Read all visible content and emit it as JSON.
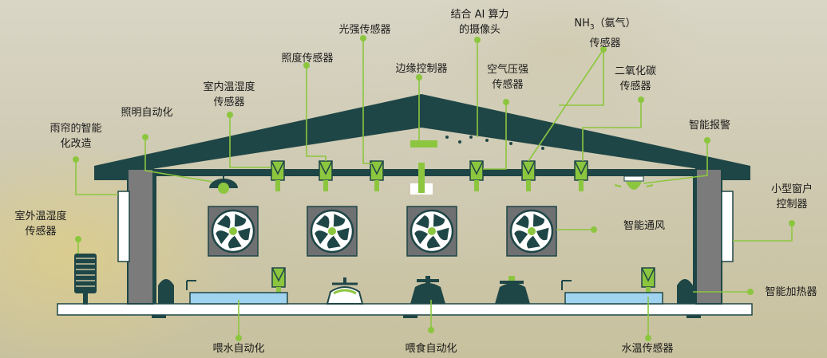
{
  "labels": {
    "guangqiang": "光强传感器",
    "ai_camera_1": "结合 AI 算力",
    "ai_camera_2": "的摄像头",
    "nh3_prefix": "NH",
    "nh3_sub": "3",
    "nh3_suffix": "（氨气）",
    "nh3_line2": "传感器",
    "zhaodu": "照度传感器",
    "bianyuan": "边缘控制器",
    "kongqi_1": "空气压强",
    "kongqi_2": "传感器",
    "co2_1": "二氧化碳",
    "co2_2": "传感器",
    "indoor_1": "室内温湿度",
    "indoor_2": "传感器",
    "zhaoming": "照明自动化",
    "curtain_1": "雨帘的智能",
    "curtain_2": "化改造",
    "alarm": "智能报警",
    "window_1": "小型窗户",
    "window_2": "控制器",
    "outdoor_1": "室外温湿度",
    "outdoor_2": "传感器",
    "ventilation": "智能通风",
    "heater": "智能加热器",
    "water_feed": "喂水自动化",
    "food_feed": "喂食自动化",
    "water_temp": "水温传感器"
  },
  "colors": {
    "structure": "#1f4646",
    "accent": "#8cc63f",
    "wall": "#7b7b7b",
    "fan_box": "#6f7072",
    "water": "#9fd3ef"
  },
  "icons": [
    "sensor-icon",
    "fan-icon",
    "lamp-icon",
    "alarm-light-icon",
    "camera-icon",
    "feeder-icon",
    "drinker-icon",
    "heater-icon",
    "thermometer-shelter-icon"
  ]
}
